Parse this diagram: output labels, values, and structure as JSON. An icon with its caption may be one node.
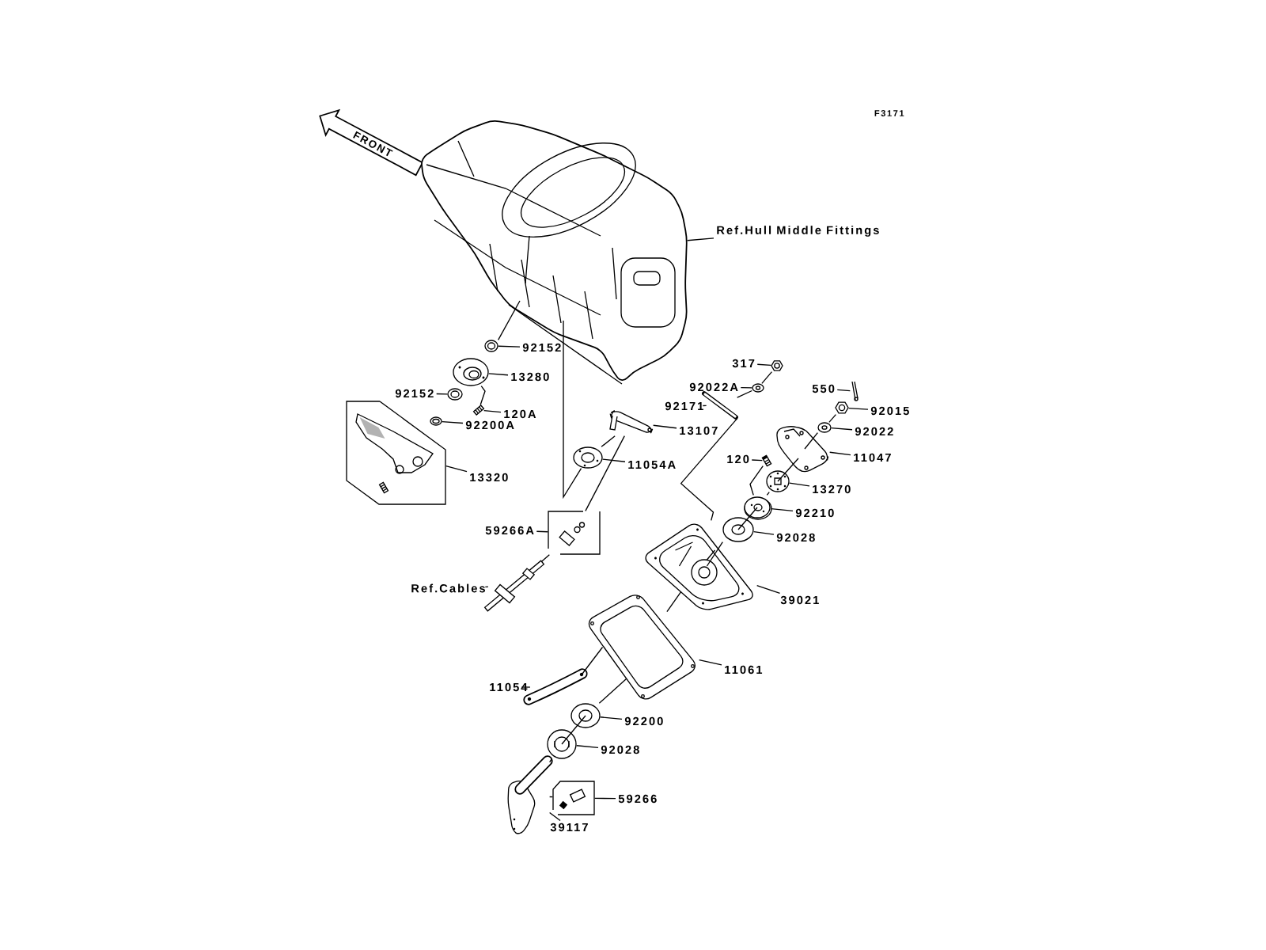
{
  "diagram": {
    "nodes": [
      {
        "text": [
          "FRONT"
        ]
      },
      {
        "text": [],
        "shape": "picture"
      },
      {
        "text": [
          "Ref.Hull Middle Fittings"
        ]
      },
      {
        "text": [],
        "shape": "picture"
      },
      {
        "text": [
          "92152"
        ]
      },
      {
        "text": [],
        "shape": "picture"
      },
      {
        "text": [
          "13280"
        ]
      },
      {
        "text": [],
        "shape": "picture"
      },
      {
        "text": [
          "92152"
        ]
      },
      {
        "text": [],
        "shape": "picture"
      },
      {
        "text": [
          "120A"
        ]
      },
      {
        "text": [],
        "shape": "picture"
      },
      {
        "text": [
          "92200A"
        ]
      },
      {
        "text": [],
        "shape": "picture"
      },
      {
        "text": [
          "13320"
        ]
      },
      {
        "text": [],
        "shape": "picture"
      },
      {
        "text": [
          "13107"
        ]
      },
      {
        "text": [],
        "shape": "picture"
      },
      {
        "text": [
          "11054A"
        ]
      },
      {
        "text": [],
        "shape": "picture"
      },
      {
        "text": [
          "59266A"
        ]
      },
      {
        "text": [],
        "shape": "picture"
      },
      {
        "text": [
          "Ref.Cables"
        ]
      },
      {
        "text": [],
        "shape": "picture"
      },
      {
        "text": [
          "317"
        ]
      },
      {
        "text": [],
        "shape": "picture"
      },
      {
        "text": [
          "92022A"
        ]
      },
      {
        "text": [],
        "shape": "picture"
      },
      {
        "text": [
          "92171"
        ]
      },
      {
        "text": [],
        "shape": "picture"
      },
      {
        "text": [
          "550"
        ]
      },
      {
        "text": [],
        "shape": "picture"
      },
      {
        "text": [
          "92015"
        ]
      },
      {
        "text": [],
        "shape": "picture"
      },
      {
        "text": [
          "92022"
        ]
      },
      {
        "text": [],
        "shape": "picture"
      },
      {
        "text": [
          "11047"
        ]
      },
      {
        "text": [],
        "shape": "picture"
      },
      {
        "text": [
          "120"
        ]
      },
      {
        "text": [],
        "shape": "picture"
      },
      {
        "text": [
          "13270"
        ]
      },
      {
        "text": [],
        "shape": "picture"
      },
      {
        "text": [
          "92210"
        ]
      },
      {
        "text": [],
        "shape": "picture"
      },
      {
        "text": [
          "92028"
        ]
      },
      {
        "text": [],
        "shape": "picture"
      },
      {
        "text": [
          "39021"
        ]
      },
      {
        "text": [],
        "shape": "picture"
      },
      {
        "text": [
          "11061"
        ]
      },
      {
        "text": [],
        "shape": "picture"
      },
      {
        "text": [
          "11054"
        ]
      },
      {
        "text": [],
        "shape": "picture"
      },
      {
        "text": [
          "92200"
        ]
      },
      {
        "text": [],
        "shape": "picture"
      },
      {
        "text": [
          "92028"
        ]
      },
      {
        "text": [],
        "shape": "picture"
      },
      {
        "text": [
          "59266"
        ]
      },
      {
        "text": [],
        "shape": "picture"
      },
      {
        "text": [
          "39117"
        ]
      }
    ],
    "edges": [
      {
        "from": 2,
        "to": 1,
        "arrow": "none"
      },
      {
        "from": 4,
        "to": 3,
        "arrow": "none"
      },
      {
        "from": 6,
        "to": 5,
        "arrow": "none"
      },
      {
        "from": 8,
        "to": 7,
        "arrow": "none"
      },
      {
        "from": 10,
        "to": 9,
        "arrow": "none"
      },
      {
        "from": 12,
        "to": 11,
        "arrow": "none"
      },
      {
        "from": 14,
        "to": 13,
        "arrow": "none"
      },
      {
        "from": 16,
        "to": 15,
        "arrow": "none"
      },
      {
        "from": 18,
        "to": 17,
        "arrow": "none"
      },
      {
        "from": 20,
        "to": 19,
        "arrow": "none"
      },
      {
        "from": 22,
        "to": 21,
        "arrow": "none"
      },
      {
        "from": 24,
        "to": 23,
        "arrow": "none"
      },
      {
        "from": 26,
        "to": 25,
        "arrow": "none"
      },
      {
        "from": 28,
        "to": 27,
        "arrow": "none"
      },
      {
        "from": 30,
        "to": 29,
        "arrow": "none"
      },
      {
        "from": 32,
        "to": 31,
        "arrow": "none"
      },
      {
        "from": 34,
        "to": 33,
        "arrow": "none"
      },
      {
        "from": 36,
        "to": 35,
        "arrow": "none"
      },
      {
        "from": 38,
        "to": 37,
        "arrow": "none"
      },
      {
        "from": 40,
        "to": 39,
        "arrow": "none"
      },
      {
        "from": 42,
        "to": 41,
        "arrow": "none"
      },
      {
        "from": 44,
        "to": 43,
        "arrow": "none"
      },
      {
        "from": 46,
        "to": 45,
        "arrow": "none"
      },
      {
        "from": 48,
        "to": 47,
        "arrow": "none"
      },
      {
        "from": 50,
        "to": 49,
        "arrow": "none"
      },
      {
        "from": 52,
        "to": 51,
        "arrow": "none"
      },
      {
        "from": 54,
        "to": 53,
        "arrow": "none"
      },
      {
        "from": 56,
        "to": 55,
        "arrow": "none"
      },
      {
        "from": 58,
        "to": 57,
        "arrow": "none"
      },
      {
        "from": 3,
        "to": 1,
        "arrow": "none"
      },
      {
        "from": 5,
        "to": 9,
        "arrow": "none"
      },
      {
        "from": 1,
        "to": 17,
        "arrow": "none"
      },
      {
        "from": 17,
        "to": 15,
        "arrow": "none"
      },
      {
        "from": 15,
        "to": 19,
        "arrow": "none"
      },
      {
        "from": 19,
        "to": 21,
        "arrow": "none"
      },
      {
        "from": 23,
        "to": 25,
        "arrow": "none"
      },
      {
        "from": 25,
        "to": 27,
        "arrow": "none"
      },
      {
        "from": 31,
        "to": 33,
        "arrow": "none"
      },
      {
        "from": 33,
        "to": 35,
        "arrow": "none"
      },
      {
        "from": 35,
        "to": 39,
        "arrow": "none"
      },
      {
        "from": 37,
        "to": 41,
        "arrow": "none"
      },
      {
        "from": 39,
        "to": 41,
        "arrow": "none"
      },
      {
        "from": 41,
        "to": 43,
        "arrow": "none"
      },
      {
        "from": 43,
        "to": 45,
        "arrow": "none"
      },
      {
        "from": 27,
        "to": 45,
        "arrow": "none"
      },
      {
        "from": 45,
        "to": 47,
        "arrow": "none"
      },
      {
        "from": 47,
        "to": 49,
        "arrow": "none"
      },
      {
        "from": 47,
        "to": 51,
        "arrow": "none"
      },
      {
        "from": 51,
        "to": 53,
        "arrow": "none"
      },
      {
        "from": 53,
        "to": 57,
        "arrow": "none"
      },
      {
        "from": 57,
        "to": 55,
        "arrow": "none"
      }
    ],
    "labels": [
      "F3171"
    ]
  }
}
